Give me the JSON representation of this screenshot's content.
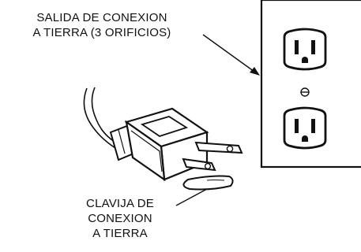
{
  "labels": {
    "outlet_line1": "SALIDA DE CONEXION",
    "outlet_line2": "A TIERRA (3 ORIFICIOS)",
    "plug_line1": "CLAVIJA DE",
    "plug_line2": "CONEXION",
    "plug_line3": "A TIERRA"
  },
  "colors": {
    "ink": "#111111",
    "paper": "#ffffff"
  }
}
